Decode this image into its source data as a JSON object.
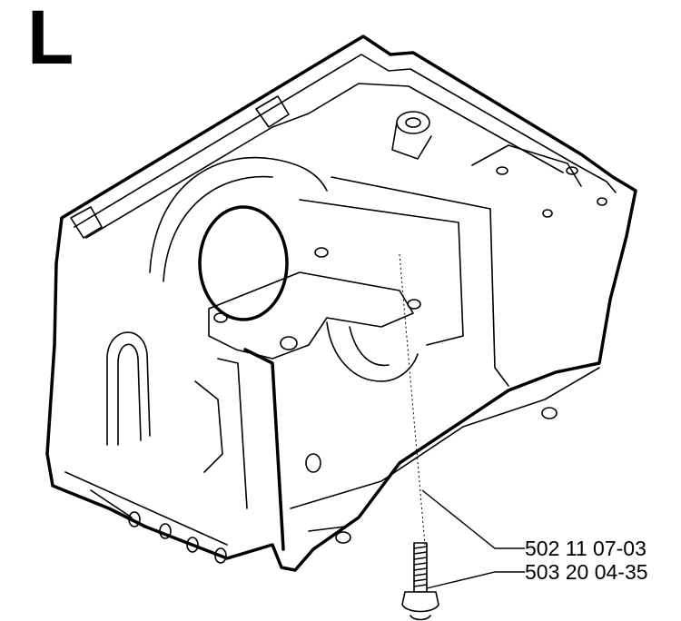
{
  "diagram": {
    "section_letter": "L",
    "parts": [
      {
        "number": "502 11 07-03"
      },
      {
        "number": "503 20 04-35"
      }
    ]
  }
}
